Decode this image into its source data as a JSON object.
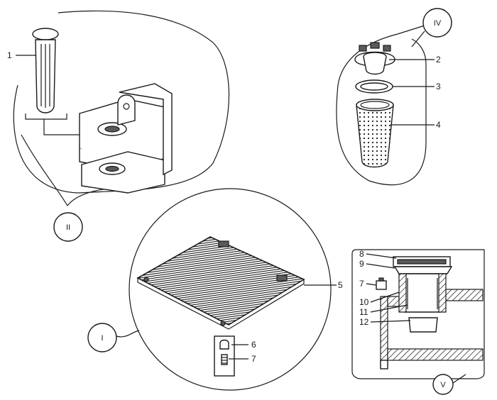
{
  "callouts": {
    "c1": "1",
    "c2": "2",
    "c3": "3",
    "c4": "4",
    "c5": "5",
    "c6": "6",
    "c7a": "7",
    "c7b": "7",
    "c8": "8",
    "c9": "9",
    "c10": "10",
    "c11": "11",
    "c12": "12"
  },
  "views": {
    "I": "I",
    "II": "II",
    "IV": "IV",
    "V": "V"
  },
  "colors": {
    "ink": "#1a1a1a",
    "paper": "#ffffff",
    "shade": "#5a5a5a"
  }
}
